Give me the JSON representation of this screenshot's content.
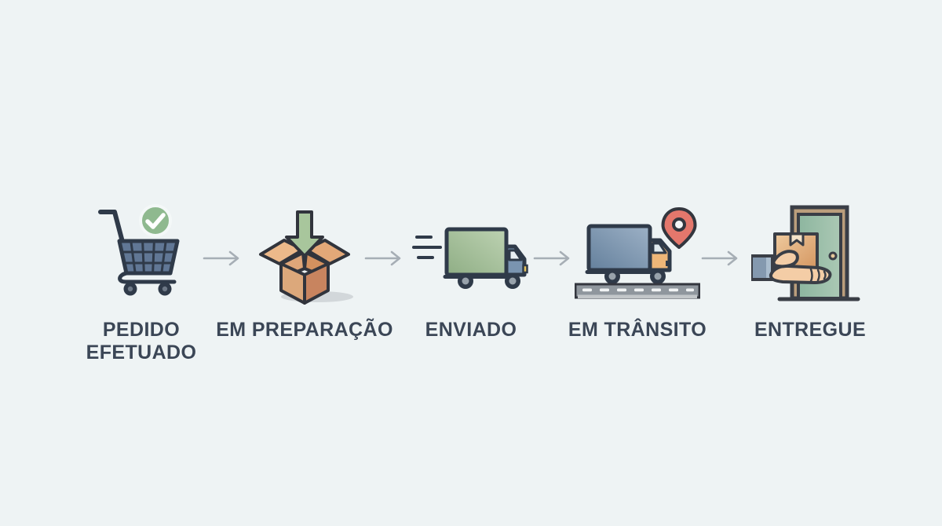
{
  "colors": {
    "background": "#eef3f4",
    "label": "#3b4656",
    "arrow": "#a6aeb5",
    "outline": "#2f3a49",
    "success_green": "#8fb98f",
    "box_tan": "#e7b383",
    "cargo_green": "#9db791",
    "steel_blue": "#7590ac",
    "cab_orange": "#eeb678",
    "pin_red": "#e4776c",
    "door_green": "#98bba4",
    "road_gray": "#8f969d",
    "skin": "#f4cda6"
  },
  "steps": [
    {
      "id": "pedido-efetuado",
      "label": "PEDIDO EFETUADO",
      "lines": [
        "PEDIDO",
        "EFETUADO"
      ],
      "icon": "cart-check-icon"
    },
    {
      "id": "em-preparacao",
      "label": "EM PREPARAÇÃO",
      "lines": [
        "EM PREPARAÇÃO"
      ],
      "icon": "open-box-arrow-icon"
    },
    {
      "id": "enviado",
      "label": "ENVIADO",
      "lines": [
        "ENVIADO"
      ],
      "icon": "shipping-truck-icon"
    },
    {
      "id": "em-transito",
      "label": "EM TRÂNSITO",
      "lines": [
        "EM TRÂNSITO"
      ],
      "icon": "truck-location-pin-icon"
    },
    {
      "id": "entregue",
      "label": "ENTREGUE",
      "lines": [
        "ENTREGUE"
      ],
      "icon": "hand-package-door-icon"
    }
  ],
  "connector": {
    "icon": "right-arrow-icon",
    "count": 4
  }
}
